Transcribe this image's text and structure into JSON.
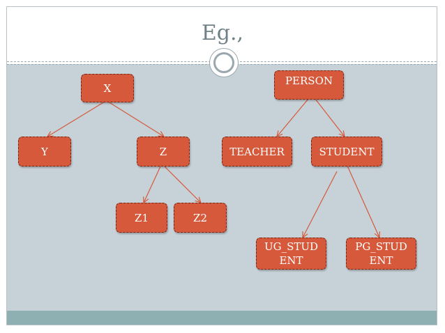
{
  "slide": {
    "title": "Eg.,"
  },
  "tree_left": {
    "root": "X",
    "child_1": "Y",
    "child_2": "Z",
    "grandchild_1": "Z1",
    "grandchild_2": "Z2"
  },
  "tree_right": {
    "root": "PERSON",
    "child_1": "TEACHER",
    "child_2": "STUDENT",
    "grandchild_1": "UG_STUD ENT",
    "grandchild_2": "PG_STUD ENT"
  },
  "colors": {
    "node_fill": "#d5593a",
    "arrow": "#d5593a",
    "content_background": "#c7d2d8",
    "footer_bar": "#8fb0b3",
    "title_text": "#6f8186"
  }
}
